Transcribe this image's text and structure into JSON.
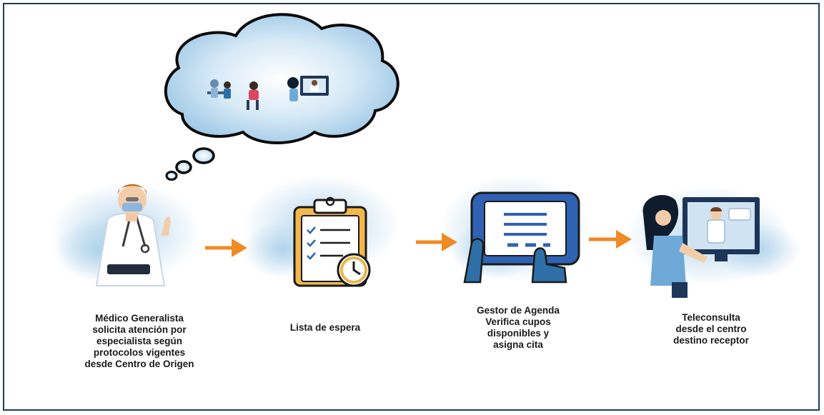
{
  "steps": [
    {
      "id": "medico",
      "label": "Médico Generalista\nsolicita atención por\nespecialista según\nprotocolos vigentes\ndesde Centro de Origen"
    },
    {
      "id": "lista",
      "label": "Lista de espera"
    },
    {
      "id": "gestor",
      "label": "Gestor de Agenda\nVerifica  cupos\ndisponibles y\nasigna cita"
    },
    {
      "id": "tele",
      "label": "Teleconsulta\ndesde el centro\ndestino receptor"
    }
  ],
  "colors": {
    "arrow": "#f08a24",
    "watercolor": "#bcd9ee",
    "border": "#1f3b5c",
    "screen": "#2f62b3",
    "clipboard": "#f2b84b"
  },
  "icons": [
    "thought-cloud-icon",
    "doctor-icon",
    "clipboard-clock-icon",
    "tablet-hands-icon",
    "teleconsultation-icon",
    "arrow-right-icon"
  ]
}
